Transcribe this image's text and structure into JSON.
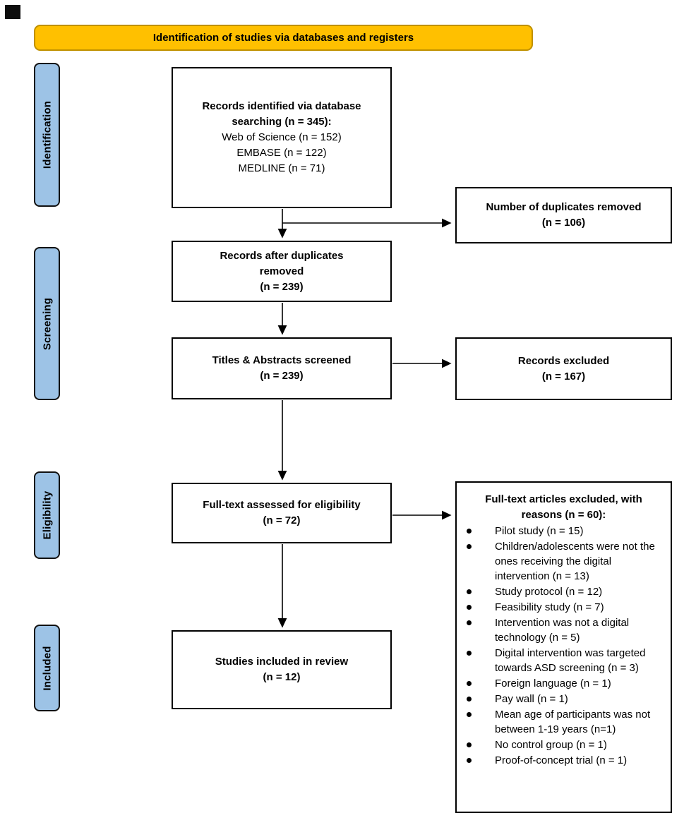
{
  "banner": {
    "label": "Identification of studies via databases and registers"
  },
  "stages": [
    {
      "label": "Identification"
    },
    {
      "label": "Screening"
    },
    {
      "label": "Eligibility"
    },
    {
      "label": "Included"
    }
  ],
  "flow": {
    "records_identified": {
      "heading": [
        "Records identified via database",
        "searching (n = 345):"
      ],
      "sources": [
        "Web of Science (n = 152)",
        "EMBASE (n = 122)",
        "MEDLINE (n = 71)"
      ]
    },
    "duplicates_removed": {
      "lines": [
        "Number of duplicates removed",
        "(n = 106)"
      ]
    },
    "after_duplicates": {
      "lines": [
        "Records after duplicates",
        "removed",
        "(n = 239)"
      ]
    },
    "titles_abstracts": {
      "lines": [
        "Titles & Abstracts screened",
        "(n = 239)"
      ]
    },
    "records_excluded": {
      "lines": [
        "Records excluded",
        "(n = 167)"
      ]
    },
    "fulltext_assessed": {
      "lines": [
        "Full-text assessed for eligibility",
        "(n = 72)"
      ]
    },
    "fulltext_excluded": {
      "heading": [
        "Full-text articles excluded, with",
        "reasons (n = 60):"
      ],
      "reasons": [
        "Pilot study (n = 15)",
        "Children/adolescents were not the ones receiving the digital intervention (n = 13)",
        "Study protocol (n = 12)",
        "Feasibility study (n = 7)",
        "Intervention was not a digital technology (n = 5)",
        "Digital intervention was targeted towards ASD screening (n = 3)",
        "Foreign language (n = 1)",
        "Pay wall (n = 1)",
        "Mean age of participants was not between 1-19 years (n=1)",
        "No control group (n = 1)",
        "Proof-of-concept trial (n = 1)"
      ]
    },
    "studies_included": {
      "lines": [
        "Studies included in review",
        "(n = 12)"
      ]
    }
  },
  "colors": {
    "banner_fill": "#FFC000",
    "banner_border": "#BF9000",
    "stage_fill": "#9DC3E6",
    "stage_border": "#111111",
    "box_border": "#000000",
    "arrow_color": "#000000"
  }
}
